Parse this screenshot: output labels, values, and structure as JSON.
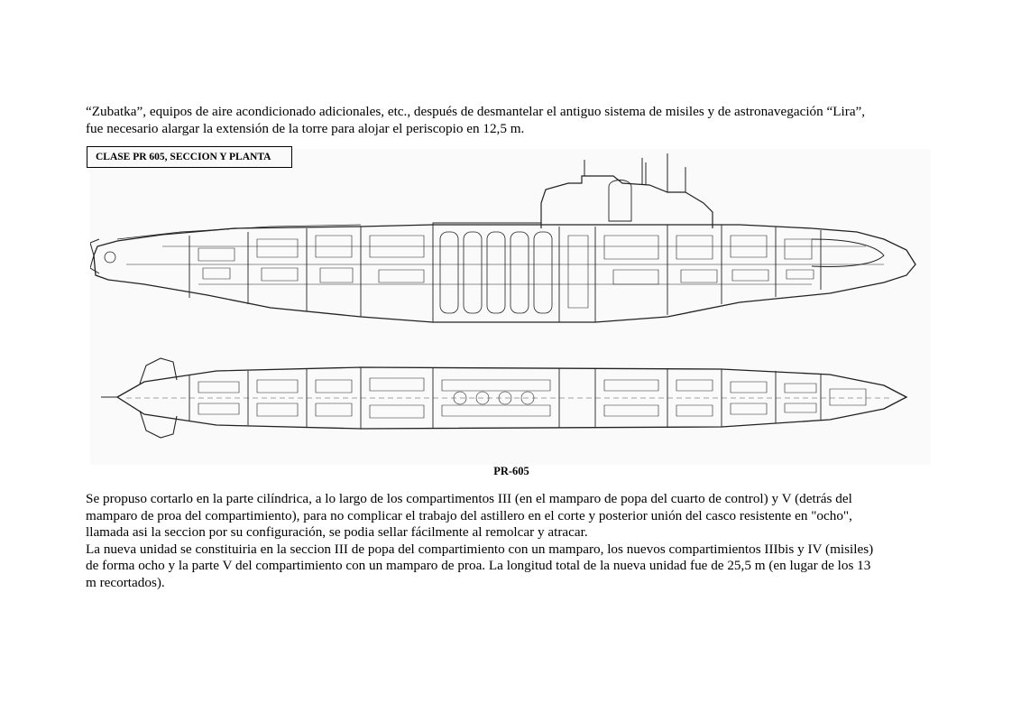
{
  "intro": {
    "lines": [
      "“Zubatka”, equipos de aire acondicionado adicionales, etc., después de desmantelar el antiguo sistema de misiles y de astronavegación “Lira”,",
      "fue necesario  alargar la extensión de la torre para alojar el periscopio en 12,5 m."
    ]
  },
  "figure": {
    "label": "CLASE PR 605, SECCION Y PLANTA",
    "caption": "PR-605"
  },
  "body": {
    "lines": [
      "Se propuso cortarlo en la parte cilíndrica, a lo largo de los compartimentos III (en el mamparo de popa del cuarto de control) y V (detrás del",
      "mamparo de proa del compartimiento), para no complicar el trabajo del astillero en el corte y posterior unión del casco resistente en \"ocho\",",
      "llamada asi la seccion por su configuración,  se podia sellar fácilmente al remolcar y atracar.",
      "La nueva unidad se constituiria en la seccion III de popa del compartimiento con un mamparo, los nuevos compartimientos IIIbis y IV (misiles)",
      "de  forma ocho y la parte V del compartimiento con un mamparo de proa. La longitud total de la nueva unidad fue de 25,5 m (en lugar de los 13",
      "m recortados)."
    ]
  }
}
